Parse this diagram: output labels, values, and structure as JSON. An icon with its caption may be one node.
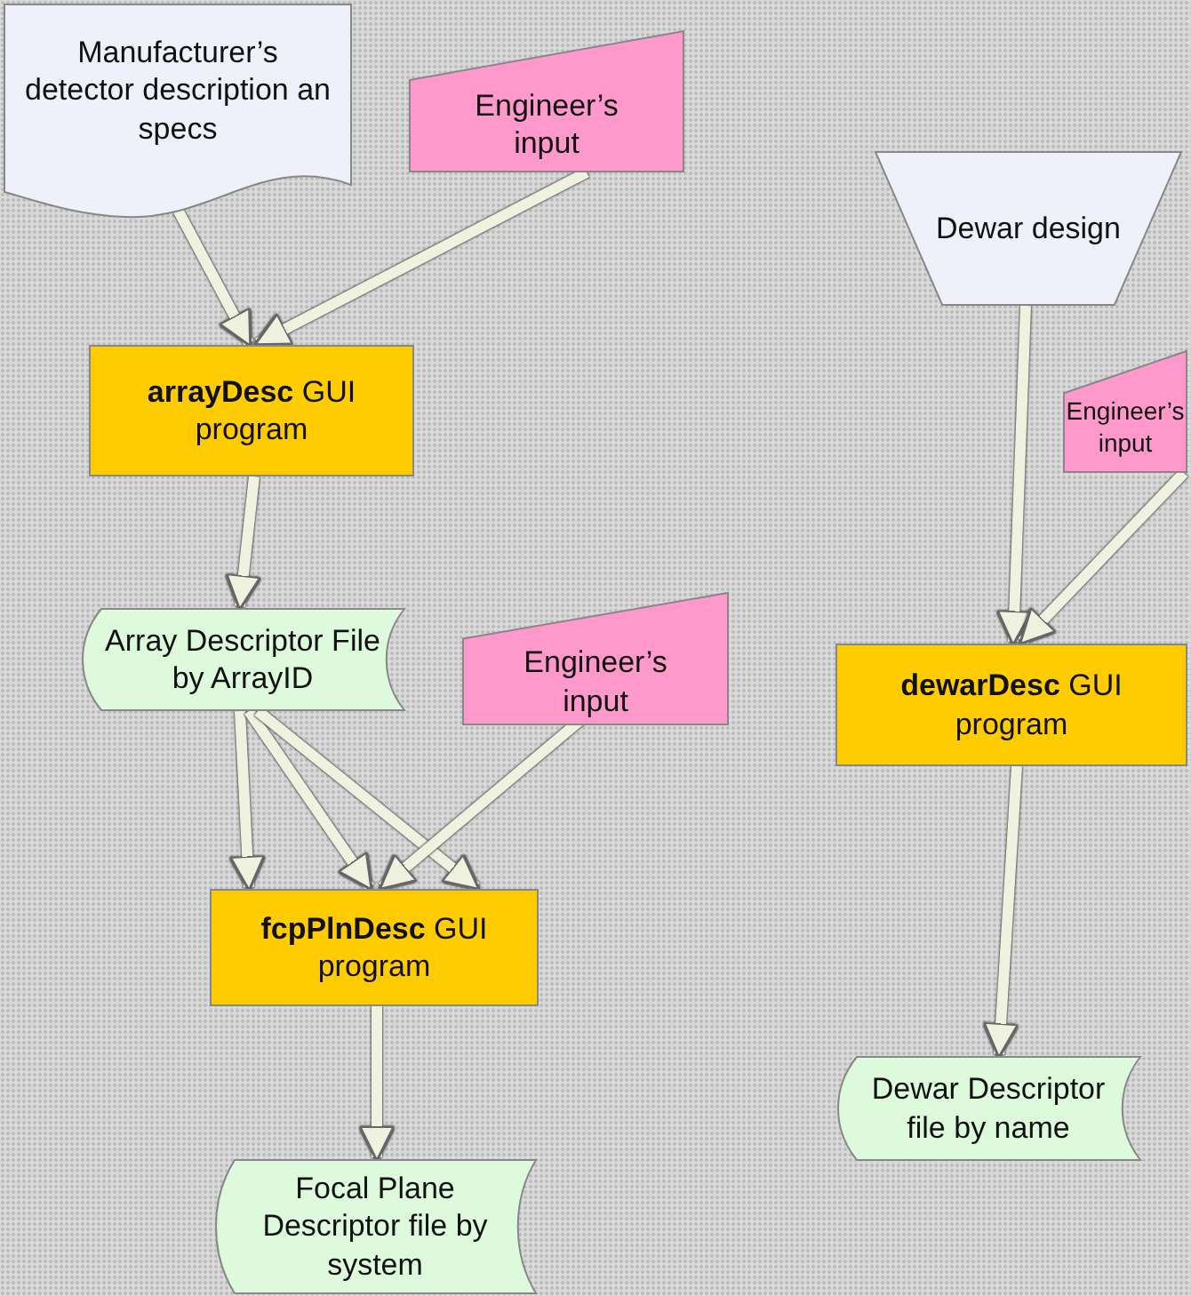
{
  "diagram": {
    "nodes": [
      {
        "text": [
          "Manufacturer’s detector description an specs"
        ]
      },
      {
        "text": [
          "Engineer’s input"
        ]
      },
      {
        "text": [
          "**arrayDesc** GUI program"
        ]
      },
      {
        "text": [
          "Array Descriptor File by ArrayID"
        ]
      },
      {
        "text": [
          "Engineer’s input"
        ]
      },
      {
        "text": [
          "**fcpPlnDesc** GUI program"
        ]
      },
      {
        "text": [
          "Focal Plane Descriptor file by system"
        ]
      },
      {
        "text": [
          "Dewar design"
        ]
      },
      {
        "text": [
          "Engineer’s input"
        ]
      },
      {
        "text": [
          "**dewarDesc** GUI program"
        ]
      },
      {
        "text": [
          "Dewar Descriptor file by name"
        ]
      }
    ],
    "edges": [
      {
        "from": 0,
        "to": 2,
        "arrow": "to"
      },
      {
        "from": 1,
        "to": 2,
        "arrow": "to"
      },
      {
        "from": 2,
        "to": 3,
        "arrow": "to"
      },
      {
        "from": 3,
        "to": 5,
        "arrow": "to"
      },
      {
        "from": 3,
        "to": 5,
        "arrow": "to"
      },
      {
        "from": 3,
        "to": 5,
        "arrow": "to"
      },
      {
        "from": 4,
        "to": 5,
        "arrow": "to"
      },
      {
        "from": 5,
        "to": 6,
        "arrow": "to"
      },
      {
        "from": 7,
        "to": 9,
        "arrow": "to"
      },
      {
        "from": 8,
        "to": 9,
        "arrow": "to"
      },
      {
        "from": 9,
        "to": 10,
        "arrow": "to"
      }
    ]
  }
}
